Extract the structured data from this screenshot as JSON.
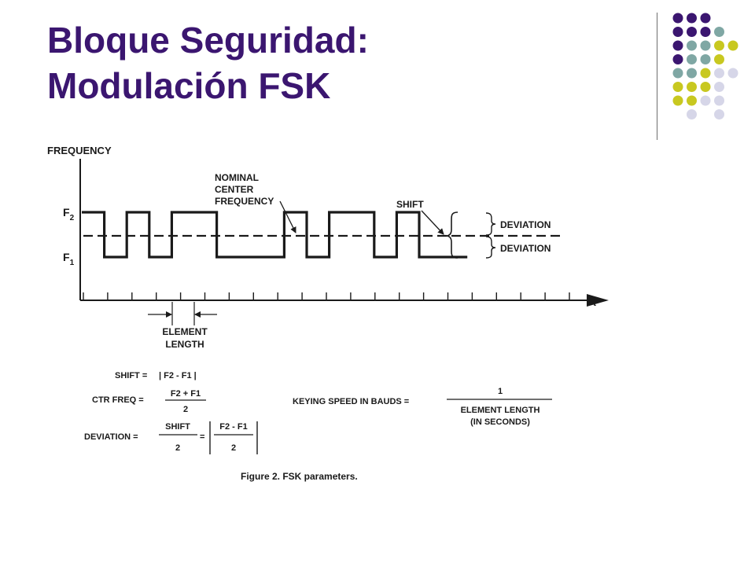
{
  "slide": {
    "title_line1": "Bloque Seguridad:",
    "title_line2": "Modulación FSK"
  },
  "theme": {
    "title_color": "#3b1670",
    "dot_purple": "#3b1670",
    "dot_teal": "#7fa7a4",
    "dot_olive": "#c8c820",
    "dot_lavender": "#d6d6e8",
    "rule_color": "#6e6e6e",
    "ink_color": "#1a1a1a"
  },
  "decor": {
    "dot_grid": [
      [
        "purple",
        "purple",
        "purple",
        "",
        ""
      ],
      [
        "purple",
        "purple",
        "purple",
        "teal",
        ""
      ],
      [
        "purple",
        "teal",
        "teal",
        "olive",
        "olive"
      ],
      [
        "purple",
        "teal",
        "teal",
        "olive",
        ""
      ],
      [
        "teal",
        "teal",
        "olive",
        "lavender",
        "lavender"
      ],
      [
        "olive",
        "olive",
        "olive",
        "lavender",
        ""
      ],
      [
        "olive",
        "olive",
        "lavender",
        "lavender",
        ""
      ],
      [
        "",
        "lavender",
        "",
        "lavender",
        ""
      ]
    ]
  },
  "figure": {
    "y_axis_label": "FREQUENCY",
    "x_axis_label": "t",
    "f2_main": "F",
    "f2_sub": "2",
    "f1_main": "F",
    "f1_sub": "1",
    "nominal_line1": "NOMINAL",
    "nominal_line2": "CENTER",
    "nominal_line3": "FREQUENCY",
    "shift_label": "SHIFT",
    "deviation_upper": "DEVIATION",
    "deviation_lower": "DEVIATION",
    "element_line1": "ELEMENT",
    "element_line2": "LENGTH",
    "bit_sequence": [
      1,
      0,
      1,
      0,
      1,
      1,
      0,
      0,
      0,
      1,
      0,
      1,
      1,
      0,
      1,
      0,
      0
    ],
    "tick_count": 21,
    "formulas": {
      "shift_lhs": "SHIFT =",
      "shift_rhs": "| F2 - F1 |",
      "ctr_lhs": "CTR FREQ =",
      "ctr_num": "F2 + F1",
      "ctr_den": "2",
      "dev_lhs": "DEVIATION =",
      "dev_num": "SHIFT",
      "dev_den": "2",
      "dev_eq": "=",
      "dev_abs_num": "F2 - F1",
      "dev_abs_den": "2",
      "keying_lhs": "KEYING SPEED IN BAUDS =",
      "keying_num": "1",
      "keying_den1": "ELEMENT LENGTH",
      "keying_den2": "(IN SECONDS)"
    },
    "caption": "Figure 2. FSK parameters."
  }
}
